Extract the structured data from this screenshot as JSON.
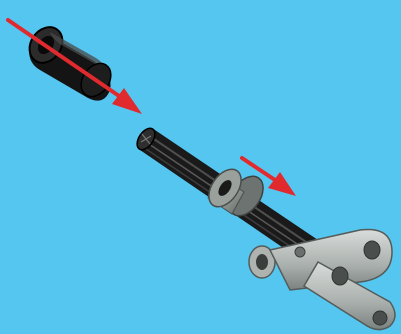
{
  "diagram": {
    "background_color": "#55c6f0",
    "arrow_color": "#e02a2e",
    "tire_color": "#141414",
    "axle_color": "#1a1a1a",
    "bush_color": "#9aa09c",
    "beam_color": "#a9afac",
    "parts": [
      {
        "name": "tire-part"
      },
      {
        "name": "axle-part"
      },
      {
        "name": "bush-part"
      },
      {
        "name": "beam-part"
      }
    ],
    "arrows": [
      {
        "name": "tire-direction-arrow"
      },
      {
        "name": "bush-direction-arrow"
      }
    ]
  }
}
